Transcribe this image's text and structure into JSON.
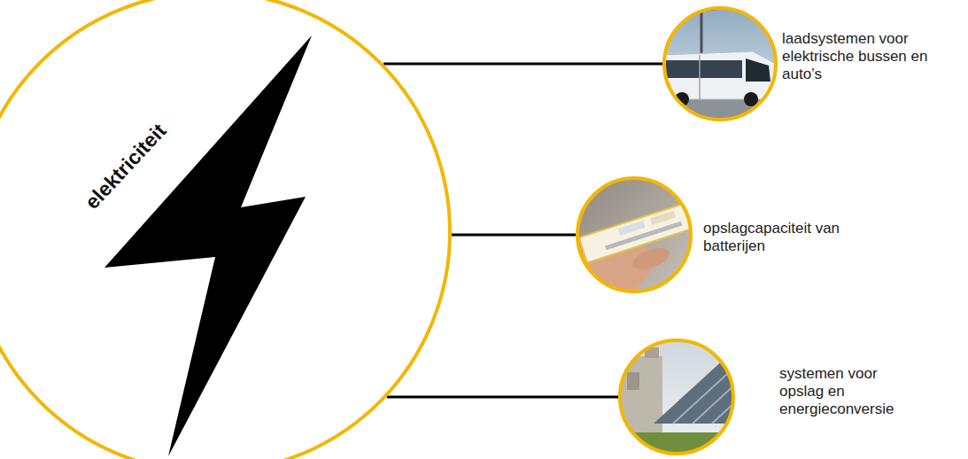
{
  "diagram": {
    "nodes": [
      {
        "text": [
          "elektriciteit"
        ]
      },
      {
        "text": [
          "laadsystemen voor elektrische bussen en auto’s"
        ]
      },
      {
        "text": [
          "opslagcapaciteit van batterijen"
        ]
      },
      {
        "text": [
          "systemen voor opslag en energieconversie"
        ]
      }
    ],
    "edges": [
      {
        "from": 0,
        "to": 1,
        "arrow": "none"
      },
      {
        "from": 0,
        "to": 2,
        "arrow": "none"
      },
      {
        "from": 0,
        "to": 3,
        "arrow": "none"
      }
    ]
  }
}
